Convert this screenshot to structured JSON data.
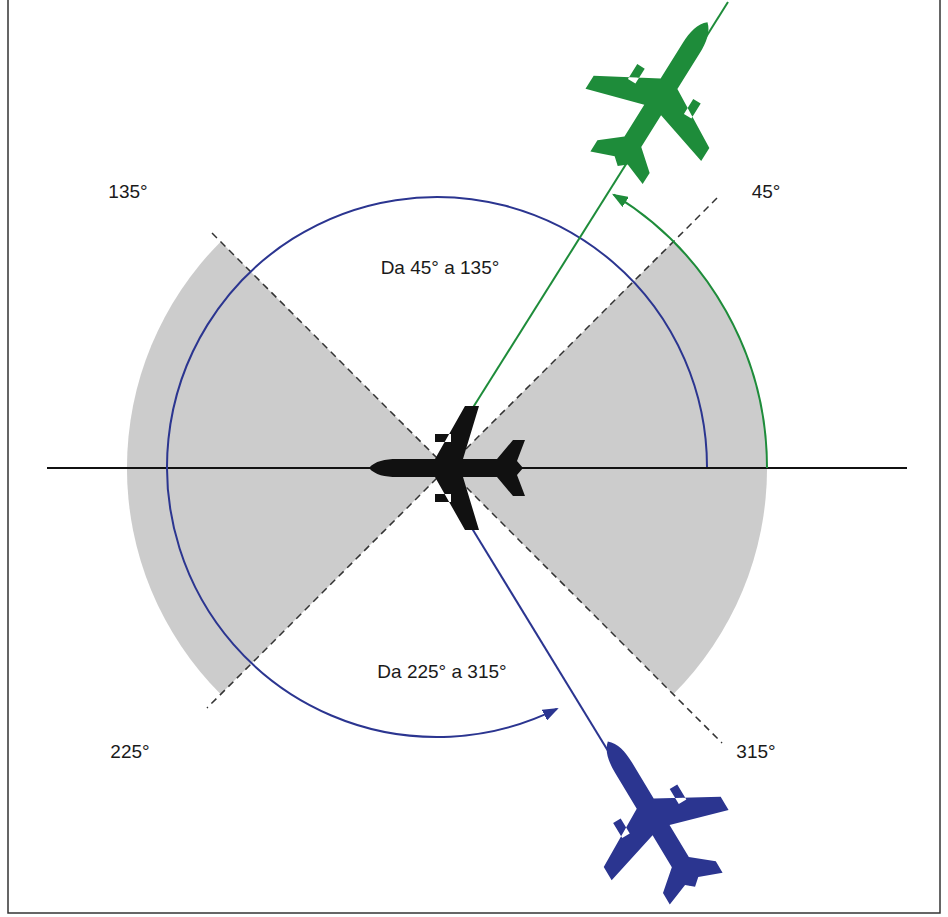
{
  "diagram": {
    "labels": [
      "135°",
      "45°",
      "Da 45° a 135°",
      "Da 225° a 315°",
      "225°",
      "315°"
    ]
  }
}
